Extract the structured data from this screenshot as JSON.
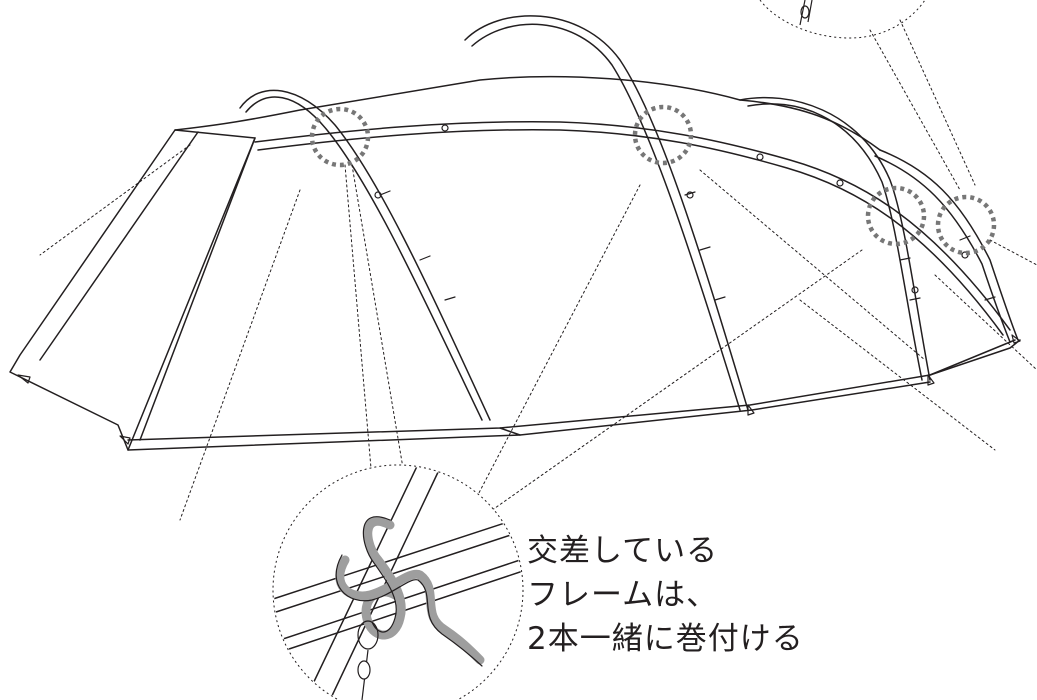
{
  "caption": {
    "lines": [
      "交差している",
      "フレームは、",
      "2本一緒に巻付ける"
    ]
  },
  "colors": {
    "line": "#231f20",
    "highlight": "#777777",
    "strap": "#9e9e9e",
    "background": "#ffffff"
  },
  "icons": [
    "tent-illustration",
    "crossing-frame-detail-icon",
    "clip-detail-icon"
  ]
}
